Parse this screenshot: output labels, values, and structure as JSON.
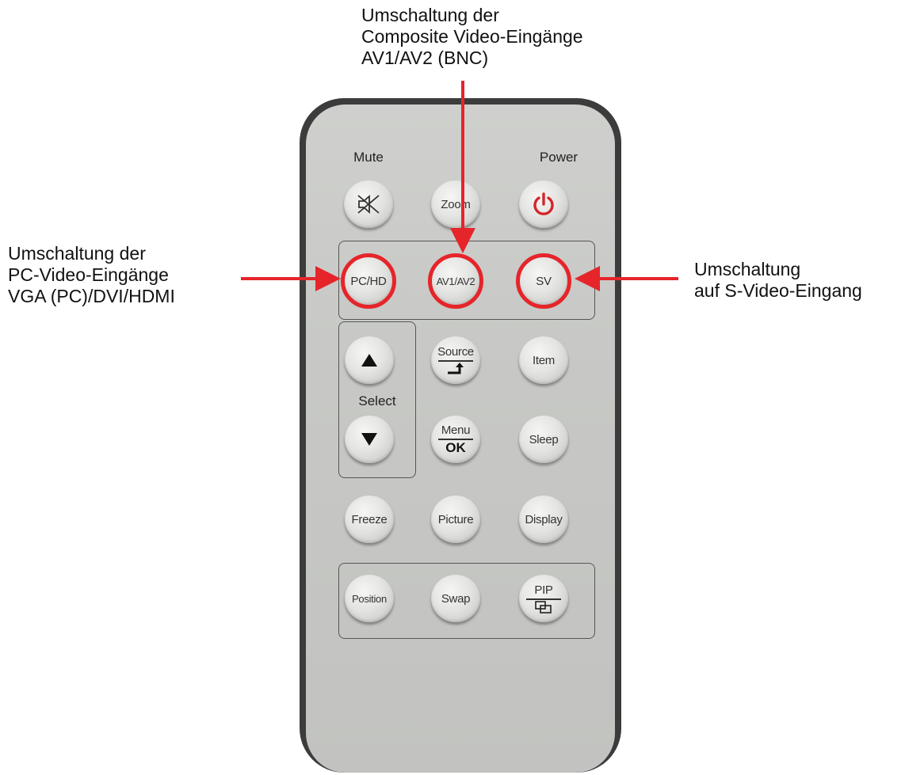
{
  "callouts": {
    "top": "Umschaltung der\nComposite Video-Eingänge\nAV1/AV2 (BNC)",
    "left": "Umschaltung der\nPC-Video-Eingänge\nVGA (PC)/DVI/HDMI",
    "right": "Umschaltung\nauf S-Video-Eingang"
  },
  "labels": {
    "mute": "Mute",
    "power": "Power",
    "select": "Select"
  },
  "buttons": {
    "zoom": "Zoom",
    "pc_hd": "PC/HD",
    "av1_av2": "AV1/AV2",
    "sv": "SV",
    "source": "Source",
    "item": "Item",
    "menu": "Menu",
    "ok": "OK",
    "sleep": "Sleep",
    "freeze": "Freeze",
    "picture": "Picture",
    "display": "Display",
    "position": "Position",
    "swap": "Swap",
    "pip": "PIP"
  },
  "colors": {
    "highlight": "#e5252a",
    "power_icon": "#d4252a",
    "remote_body": "#3c3c3c",
    "remote_face": "#c9cac7"
  },
  "icons": {
    "mute": "mute-icon",
    "power": "power-icon",
    "up": "arrow-up-icon",
    "down": "arrow-down-icon",
    "source": "source-enter-icon",
    "pip": "pip-window-icon"
  }
}
